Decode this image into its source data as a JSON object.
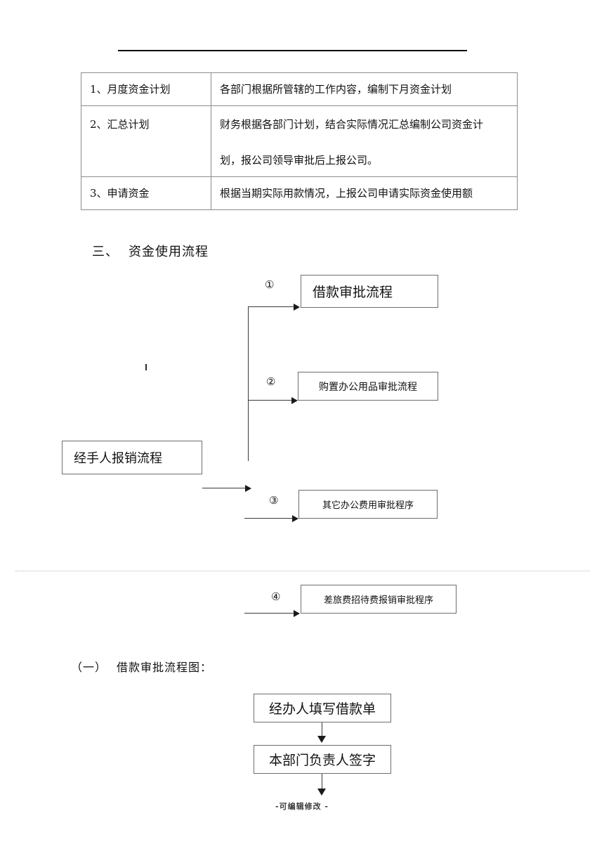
{
  "document": {
    "footer_note": "-可编辑修改 -"
  },
  "table": {
    "rows": [
      {
        "label": "1、月度资金计划",
        "lines": [
          "各部门根据所管辖的工作内容，编制下月资金计划"
        ]
      },
      {
        "label": "2、汇总计划",
        "lines": [
          "财务根据各部门计划，结合实际情况汇总编制公司资金计",
          "划，报公司领导审批后上报公司。"
        ]
      },
      {
        "label": "3、申请资金",
        "lines": [
          "根据当期实际用款情况，上报公司申请实际资金使用额"
        ]
      }
    ]
  },
  "headings": {
    "section_3_num": "三、",
    "section_3_title": "资金使用流程",
    "sub_1_num": "（一）",
    "sub_1_title": "借款审批流程图："
  },
  "flow_usage": {
    "source_box": "经手人报销流程",
    "branches": [
      {
        "marker": "①",
        "label": "借款审批流程"
      },
      {
        "marker": "②",
        "label": "购置办公用品审批流程"
      },
      {
        "marker": "③",
        "label": "其它办公费用审批程序"
      },
      {
        "marker": "④",
        "label": "差旅费招待费报销审批程序"
      }
    ]
  },
  "flow_loan": {
    "steps": [
      {
        "label": "经办人填写借款单"
      },
      {
        "label": "本部门负责人签字"
      }
    ]
  },
  "colors": {
    "text": "#111111",
    "box_border": "#6e6e6e",
    "table_border": "#8c8c8c",
    "connector": "#3a3a3a",
    "page_break": "#b9b9b9"
  }
}
